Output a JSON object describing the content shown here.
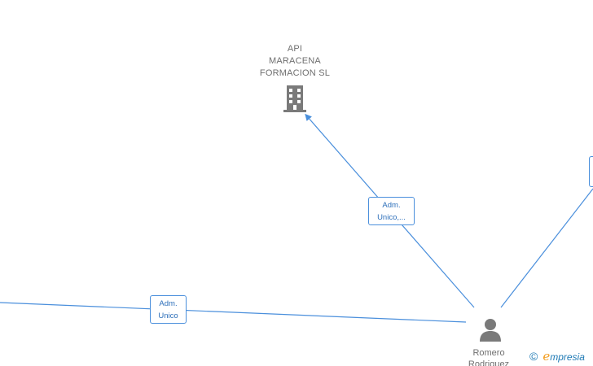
{
  "company": {
    "name_lines": [
      "API",
      "MARACENA",
      "FORMACION SL"
    ],
    "icon": "building-icon"
  },
  "edges": [
    {
      "label_lines": [
        "Adm.",
        "Unico,..."
      ]
    },
    {
      "label_lines": [
        "Adm.",
        "Unico"
      ]
    }
  ],
  "person": {
    "name_lines": [
      "Romero",
      "Rodriguez"
    ],
    "icon": "person-icon"
  },
  "brand": {
    "copyright": "©",
    "initial": "e",
    "name": "mpresia"
  },
  "colors": {
    "edge": "#4a8fdc",
    "label_text": "#2d6fba",
    "node_text": "#6f6f6f",
    "icon": "#7a7a7a",
    "brand_accent": "#f39c1c"
  }
}
